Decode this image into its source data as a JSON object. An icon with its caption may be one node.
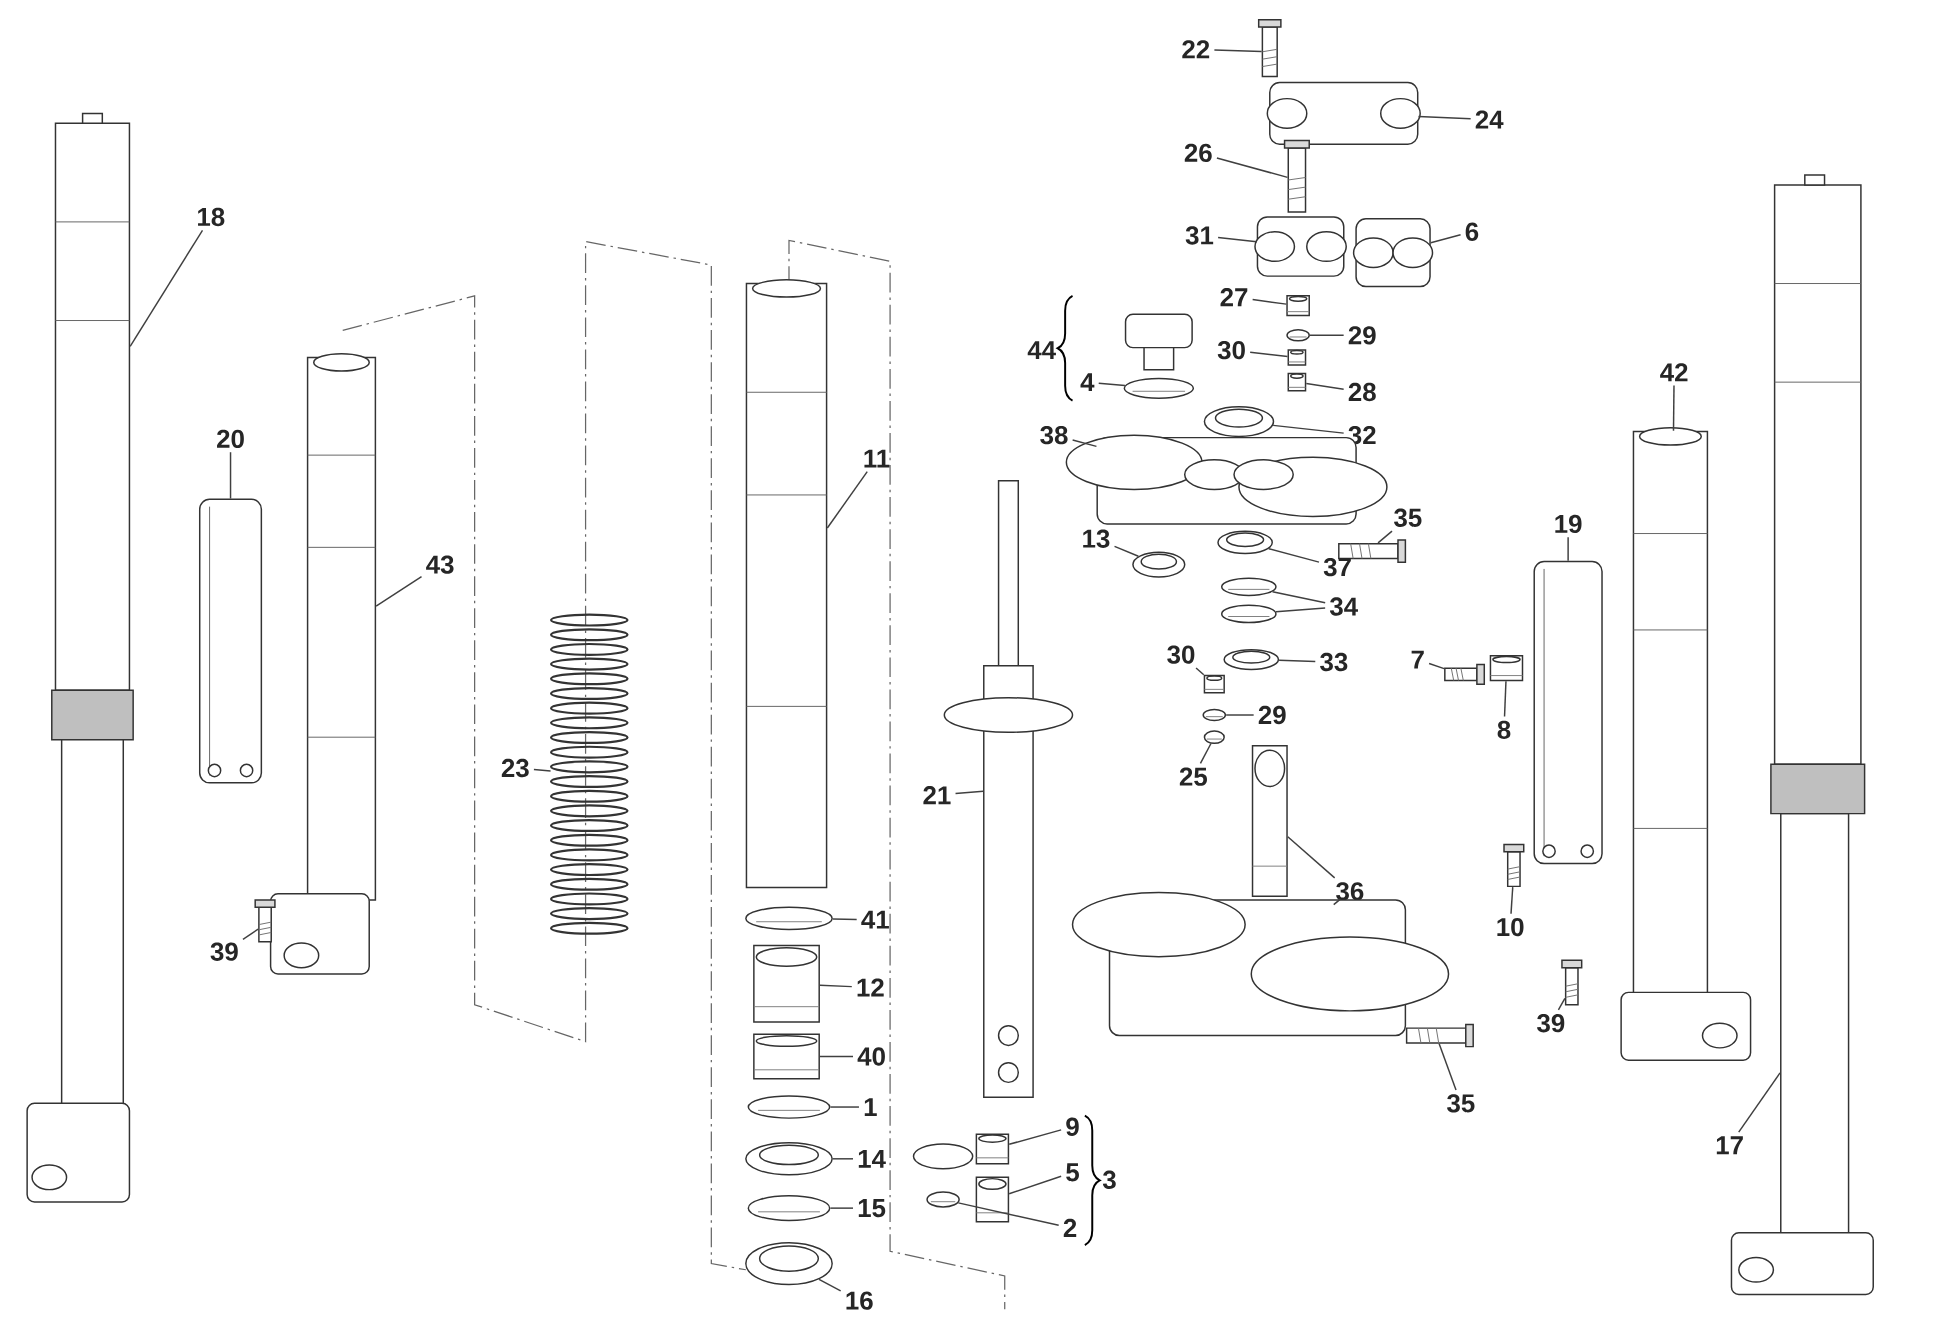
{
  "diagram": {
    "nodes": [
      {
        "text": [
          "18"
        ]
      },
      {
        "text": [],
        "shape": "picture"
      },
      {
        "text": [
          "20"
        ]
      },
      {
        "text": [],
        "shape": "picture"
      },
      {
        "text": [
          "43"
        ]
      },
      {
        "text": [],
        "shape": "picture"
      },
      {
        "text": [
          "39"
        ]
      },
      {
        "text": [],
        "shape": "picture"
      },
      {
        "text": [
          "23"
        ]
      },
      {
        "text": [],
        "shape": "picture"
      },
      {
        "text": [
          "11"
        ]
      },
      {
        "text": [],
        "shape": "picture"
      },
      {
        "text": [
          "41"
        ]
      },
      {
        "text": [],
        "shape": "picture"
      },
      {
        "text": [
          "12"
        ]
      },
      {
        "text": [],
        "shape": "picture"
      },
      {
        "text": [
          "40"
        ]
      },
      {
        "text": [],
        "shape": "picture"
      },
      {
        "text": [
          "1"
        ]
      },
      {
        "text": [],
        "shape": "picture"
      },
      {
        "text": [
          "14"
        ]
      },
      {
        "text": [],
        "shape": "picture"
      },
      {
        "text": [
          "15"
        ]
      },
      {
        "text": [],
        "shape": "picture"
      },
      {
        "text": [
          "16"
        ]
      },
      {
        "text": [],
        "shape": "picture"
      },
      {
        "text": [
          "21"
        ]
      },
      {
        "text": [],
        "shape": "picture"
      },
      {
        "text": [
          "9"
        ]
      },
      {
        "text": [],
        "shape": "picture"
      },
      {
        "text": [
          "5"
        ]
      },
      {
        "text": [],
        "shape": "picture"
      },
      {
        "text": [
          "2"
        ]
      },
      {
        "text": [],
        "shape": "picture"
      },
      {
        "text": [
          "22"
        ]
      },
      {
        "text": [],
        "shape": "picture"
      },
      {
        "text": [
          "24"
        ]
      },
      {
        "text": [],
        "shape": "picture"
      },
      {
        "text": [
          "26"
        ]
      },
      {
        "text": [],
        "shape": "picture"
      },
      {
        "text": [
          "31"
        ]
      },
      {
        "text": [],
        "shape": "picture"
      },
      {
        "text": [
          "6"
        ]
      },
      {
        "text": [],
        "shape": "picture"
      },
      {
        "text": [
          "27"
        ]
      },
      {
        "text": [],
        "shape": "picture"
      },
      {
        "text": [
          "29"
        ]
      },
      {
        "text": [],
        "shape": "picture"
      },
      {
        "text": [
          "30"
        ]
      },
      {
        "text": [],
        "shape": "picture"
      },
      {
        "text": [
          "28"
        ]
      },
      {
        "text": [],
        "shape": "picture"
      },
      {
        "text": [
          "32"
        ]
      },
      {
        "text": [],
        "shape": "picture"
      },
      {
        "text": [
          "4"
        ]
      },
      {
        "text": [],
        "shape": "picture"
      },
      {
        "text": [
          "38"
        ]
      },
      {
        "text": [],
        "shape": "picture"
      },
      {
        "text": [
          "35"
        ]
      },
      {
        "text": [],
        "shape": "picture"
      },
      {
        "text": [
          "13"
        ]
      },
      {
        "text": [],
        "shape": "picture"
      },
      {
        "text": [
          "37"
        ]
      },
      {
        "text": [],
        "shape": "picture"
      },
      {
        "text": [
          "34"
        ]
      },
      {
        "text": [],
        "shape": "picture"
      },
      {
        "text": [],
        "shape": "picture"
      },
      {
        "text": [
          "33"
        ]
      },
      {
        "text": [],
        "shape": "picture"
      },
      {
        "text": [
          "30"
        ]
      },
      {
        "text": [],
        "shape": "picture"
      },
      {
        "text": [
          "29"
        ]
      },
      {
        "text": [],
        "shape": "picture"
      },
      {
        "text": [
          "25"
        ]
      },
      {
        "text": [],
        "shape": "picture"
      },
      {
        "text": [
          "36"
        ]
      },
      {
        "text": [],
        "shape": "picture"
      },
      {
        "text": [],
        "shape": "picture"
      },
      {
        "text": [
          "35"
        ]
      },
      {
        "text": [],
        "shape": "picture"
      },
      {
        "text": [
          "42"
        ]
      },
      {
        "text": [],
        "shape": "picture"
      },
      {
        "text": [
          "19"
        ]
      },
      {
        "text": [],
        "shape": "picture"
      },
      {
        "text": [
          "7"
        ]
      },
      {
        "text": [],
        "shape": "picture"
      },
      {
        "text": [
          "8"
        ]
      },
      {
        "text": [],
        "shape": "picture"
      },
      {
        "text": [
          "10"
        ]
      },
      {
        "text": [],
        "shape": "picture"
      },
      {
        "text": [
          "39"
        ]
      },
      {
        "text": [],
        "shape": "picture"
      },
      {
        "text": [
          "17"
        ]
      },
      {
        "text": [],
        "shape": "picture"
      }
    ],
    "edges": [
      {
        "from": 0,
        "to": 1,
        "arrow": "none"
      },
      {
        "from": 2,
        "to": 3,
        "arrow": "none"
      },
      {
        "from": 4,
        "to": 5,
        "arrow": "none"
      },
      {
        "from": 6,
        "to": 7,
        "arrow": "none"
      },
      {
        "from": 8,
        "to": 9,
        "arrow": "none"
      },
      {
        "from": 10,
        "to": 11,
        "arrow": "none"
      },
      {
        "from": 12,
        "to": 13,
        "arrow": "none"
      },
      {
        "from": 14,
        "to": 15,
        "arrow": "none"
      },
      {
        "from": 16,
        "to": 17,
        "arrow": "none"
      },
      {
        "from": 18,
        "to": 19,
        "arrow": "none"
      },
      {
        "from": 20,
        "to": 21,
        "arrow": "none"
      },
      {
        "from": 22,
        "to": 23,
        "arrow": "none"
      },
      {
        "from": 24,
        "to": 25,
        "arrow": "none"
      },
      {
        "from": 26,
        "to": 27,
        "arrow": "none"
      },
      {
        "from": 28,
        "to": 29,
        "arrow": "none"
      },
      {
        "from": 30,
        "to": 31,
        "arrow": "none"
      },
      {
        "from": 32,
        "to": 33,
        "arrow": "none"
      },
      {
        "from": 34,
        "to": 35,
        "arrow": "none"
      },
      {
        "from": 36,
        "to": 37,
        "arrow": "none"
      },
      {
        "from": 38,
        "to": 39,
        "arrow": "none"
      },
      {
        "from": 40,
        "to": 41,
        "arrow": "none"
      },
      {
        "from": 42,
        "to": 43,
        "arrow": "none"
      },
      {
        "from": 44,
        "to": 45,
        "arrow": "none"
      },
      {
        "from": 46,
        "to": 47,
        "arrow": "none"
      },
      {
        "from": 48,
        "to": 49,
        "arrow": "none"
      },
      {
        "from": 50,
        "to": 51,
        "arrow": "none"
      },
      {
        "from": 52,
        "to": 53,
        "arrow": "none"
      },
      {
        "from": 54,
        "to": 55,
        "arrow": "none"
      },
      {
        "from": 56,
        "to": 57,
        "arrow": "none"
      },
      {
        "from": 58,
        "to": 59,
        "arrow": "none"
      },
      {
        "from": 60,
        "to": 61,
        "arrow": "none"
      },
      {
        "from": 62,
        "to": 63,
        "arrow": "none"
      },
      {
        "from": 64,
        "to": 65,
        "arrow": "none"
      },
      {
        "from": 64,
        "to": 66,
        "arrow": "none"
      },
      {
        "from": 67,
        "to": 68,
        "arrow": "none"
      },
      {
        "from": 69,
        "to": 70,
        "arrow": "none"
      },
      {
        "from": 71,
        "to": 72,
        "arrow": "none"
      },
      {
        "from": 73,
        "to": 74,
        "arrow": "none"
      },
      {
        "from": 75,
        "to": 76,
        "arrow": "none"
      },
      {
        "from": 75,
        "to": 77,
        "arrow": "none"
      },
      {
        "from": 78,
        "to": 79,
        "arrow": "none"
      },
      {
        "from": 80,
        "to": 81,
        "arrow": "none"
      },
      {
        "from": 82,
        "to": 83,
        "arrow": "none"
      },
      {
        "from": 84,
        "to": 85,
        "arrow": "none"
      },
      {
        "from": 86,
        "to": 87,
        "arrow": "none"
      },
      {
        "from": 88,
        "to": 89,
        "arrow": "none"
      },
      {
        "from": 90,
        "to": 91,
        "arrow": "none"
      },
      {
        "from": 92,
        "to": 93,
        "arrow": "none"
      }
    ],
    "labels": [
      "44",
      "3"
    ]
  }
}
